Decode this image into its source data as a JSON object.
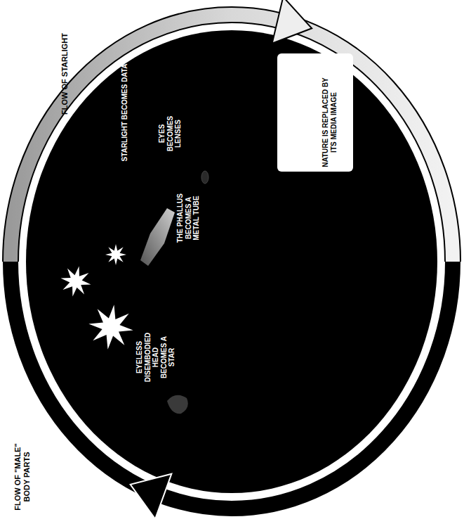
{
  "diagram": {
    "nodes": [
      {
        "text": [
          "NATURE IS REPLACED BY ITS MEDIA IMAGE"
        ]
      }
    ],
    "labels": [
      "FLOW OF STARLIGHT",
      "STARLIGHT BECOMES DATA",
      "EYES BECOMES LENSES",
      "THE PHALLUS BECOMES A METAL TUBE",
      "EYELESS DISEMBODIED HEAD BECOMES A STAR",
      "FLOW OF \"MALE\" BODY PARTS"
    ]
  }
}
